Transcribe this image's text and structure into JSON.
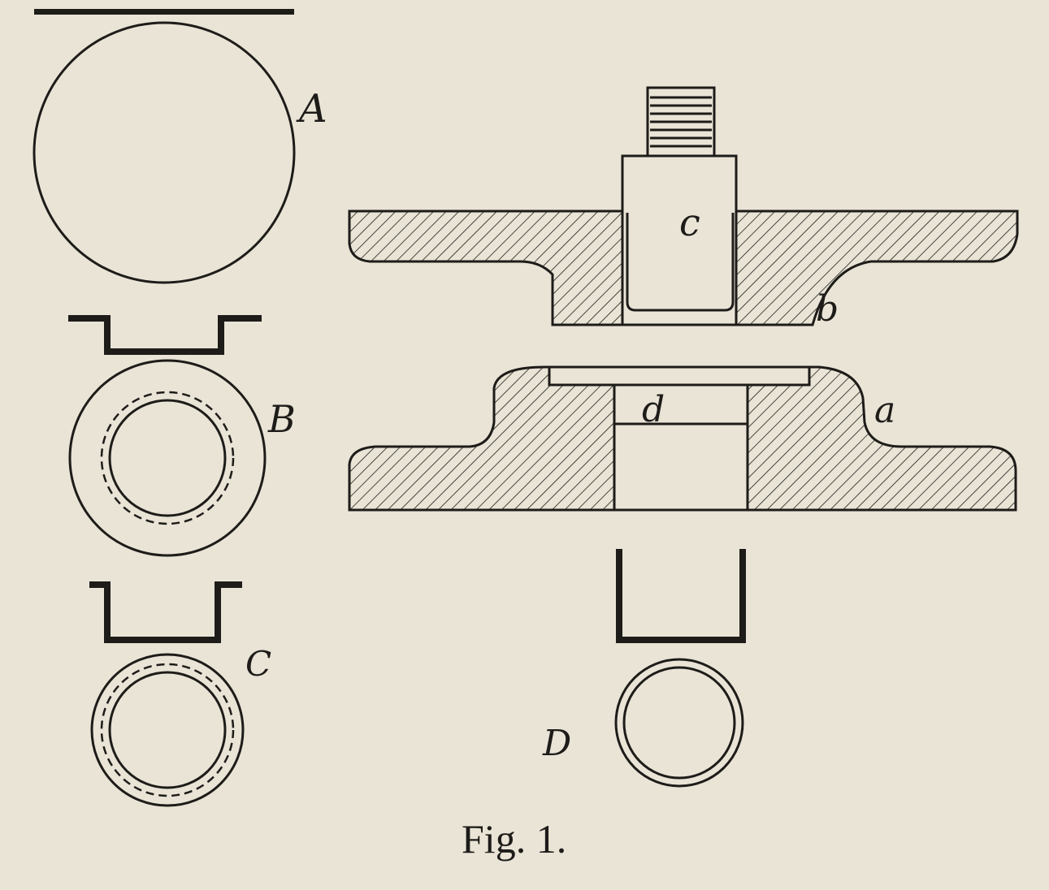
{
  "caption": "Fig. 1.",
  "labels": {
    "blank": "A",
    "first_draw": "B",
    "second_draw": "C",
    "finished": "D",
    "punch": "c",
    "upper_die": "b",
    "lower_die": "a",
    "ejector": "d"
  },
  "colors": {
    "paper": "#e9e4d6",
    "ink": "#1e1c19"
  }
}
